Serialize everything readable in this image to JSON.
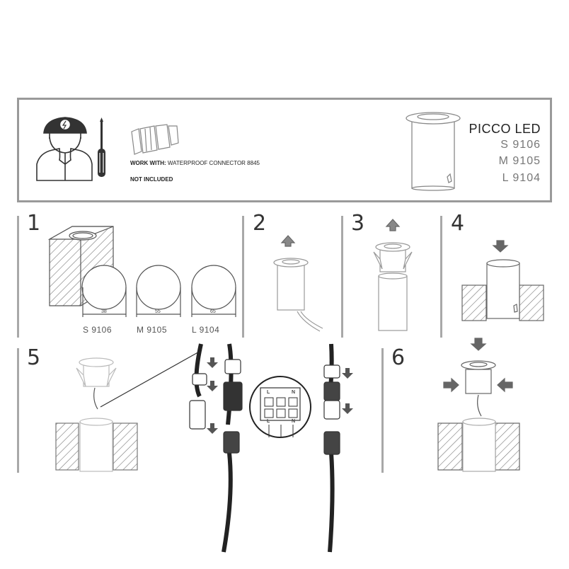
{
  "header": {
    "product_title": "PICCO LED",
    "codes": [
      "S 9106",
      "M 9105",
      "L 9104"
    ],
    "work_with_bold": "WORK WITH:",
    "work_with_text": " WATERPROOF CONNECTOR 8845",
    "not_included": "NOT INCLUDED",
    "icons": [
      "electrician-icon",
      "screwdriver-icon",
      "connector-icon",
      "product-icon"
    ]
  },
  "steps": {
    "s1": "1",
    "s2": "2",
    "s3": "3",
    "s4": "4",
    "s5": "5",
    "s6": "6"
  },
  "sizes": {
    "small": {
      "dim": "38",
      "label": "S 9106"
    },
    "medium": {
      "dim": "55",
      "label": "M 9105"
    },
    "large": {
      "dim": "65",
      "label": "L 9104"
    }
  },
  "wiring": {
    "terminals": [
      "L",
      "N"
    ]
  },
  "colors": {
    "frame": "#9a9a9a",
    "line": "#555555",
    "hatch": "#777777"
  }
}
